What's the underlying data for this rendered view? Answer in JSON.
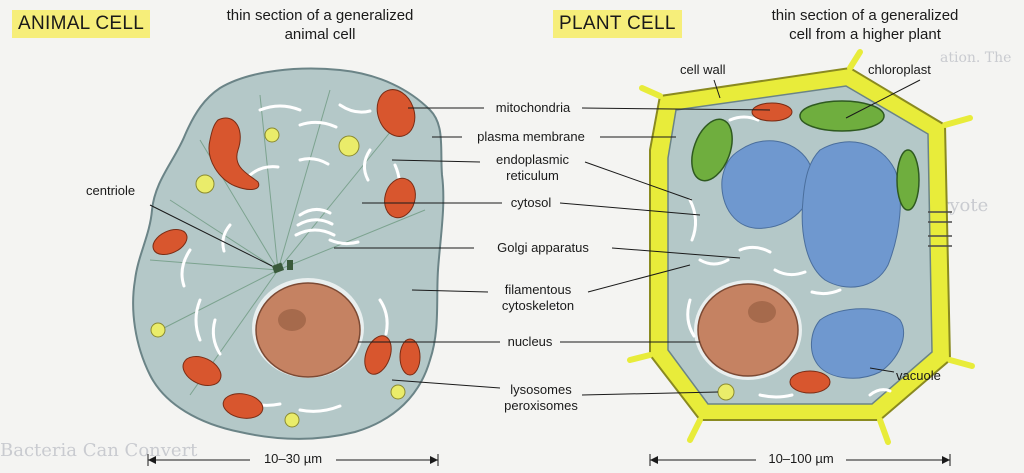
{
  "animal": {
    "tag": "ANIMAL CELL",
    "caption_line1": "thin section of a generalized",
    "caption_line2": "animal cell",
    "scale": "10–30 µm",
    "label_centriole": "centriole"
  },
  "plant": {
    "tag": "PLANT CELL",
    "caption_line1": "thin section of a generalized",
    "caption_line2": "cell from a higher plant",
    "scale": "10–100 µm",
    "label_cell_wall": "cell wall",
    "label_chloroplast": "chloroplast",
    "label_vacuole": "vacuole"
  },
  "center_labels": {
    "mitochondria": "mitochondria",
    "plasma_membrane": "plasma membrane",
    "er_line1": "endoplasmic",
    "er_line2": "reticulum",
    "cytosol": "cytosol",
    "golgi": "Golgi apparatus",
    "cyto_line1": "filamentous",
    "cyto_line2": "cytoskeleton",
    "nucleus": "nucleus",
    "lyso_line1": "lysosomes",
    "lyso_line2": "peroxisomes"
  },
  "colors": {
    "cytoplasm": "#b4c8c8",
    "plant_wall": "#e8ec3a",
    "nucleus": "#c58262",
    "mitochondria": "#d8562e",
    "chloroplast": "#6fae3e",
    "vacuole": "#6f98cf",
    "highlight": "#f6ee7a"
  }
}
